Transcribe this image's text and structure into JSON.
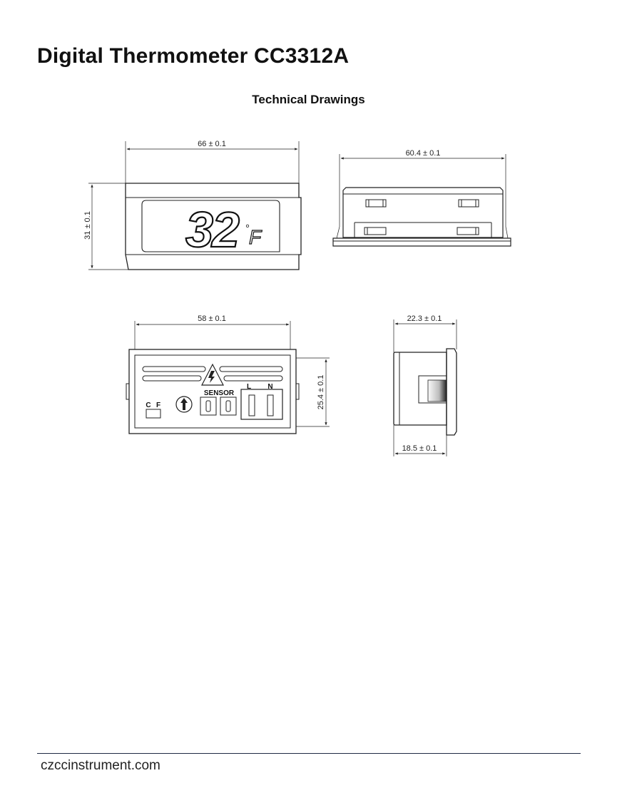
{
  "title": "Digital Thermometer CC3312A",
  "subtitle": "Technical Drawings",
  "dimensions": {
    "front_width": "66 ± 0.1",
    "front_height": "31 ± 0.1",
    "top_width": "60.4 ± 0.1",
    "back_width": "58 ± 0.1",
    "back_height": "25.4 ± 0.1",
    "side_depth": "22.3 ± 0.1",
    "side_body": "18.5 ± 0.1"
  },
  "display": {
    "reading": "32",
    "unit_symbol": "°",
    "unit_letter": "F"
  },
  "back_labels": {
    "sensor": "SENSOR",
    "l": "L",
    "n": "N",
    "c": "C",
    "f": "F"
  },
  "footer": {
    "site": "czccinstrument.com"
  }
}
